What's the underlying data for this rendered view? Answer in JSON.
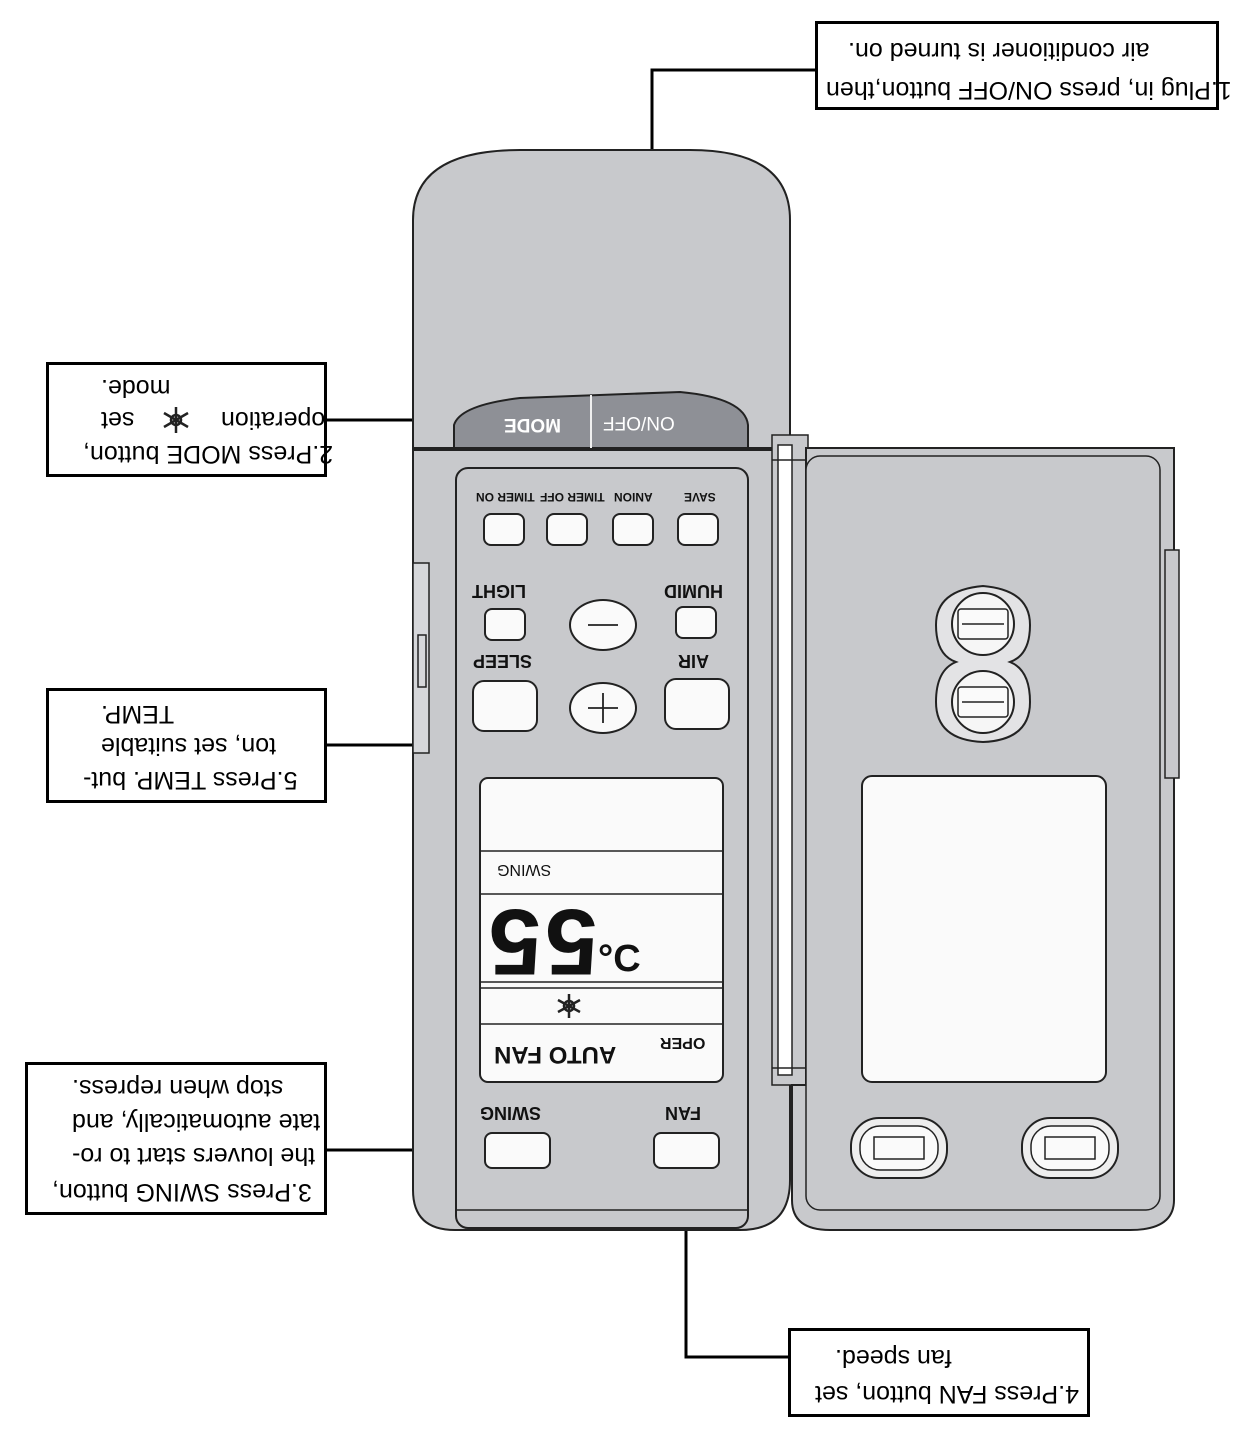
{
  "callouts": {
    "step1": [
      "1.Plug in, press ON/OFF button,then",
      "air conditioner is turned on."
    ],
    "step2": [
      "2.Press MODE button,",
      "set",
      "operation",
      "mode."
    ],
    "step5": [
      "5.Press TEMP. but-",
      "ton, set suitable",
      "TEMP."
    ],
    "step3": [
      "3.Press SWING button,",
      "the louvers start to ro-",
      "tate automatically, and",
      "stop when repress."
    ],
    "step4": [
      "4.Press FAN button, set",
      "fan speed."
    ]
  },
  "remote": {
    "mode_label": "MODE",
    "onoff_label": "ON/OFF",
    "top_row": [
      "TIMER ON",
      "TIMER OFF",
      "ANION",
      "SAVE"
    ],
    "light_label": "LIGHT",
    "humid_label": "HUMID",
    "sleep_label": "SLEEP",
    "air_label": "AIR",
    "swing_label": "SWING",
    "fan_label": "FAN"
  },
  "display": {
    "swing": "SWING",
    "temperature": "55",
    "unit": "°C",
    "auto_fan": "AUTO FAN",
    "oper": "OPER"
  },
  "icons": {
    "mode_icon": "snowflake-icon",
    "minus": "minus-icon",
    "plus": "plus-icon"
  },
  "colors": {
    "body": "#c8c9cc",
    "tab": "#8e9096",
    "screen": "#fafafa"
  }
}
